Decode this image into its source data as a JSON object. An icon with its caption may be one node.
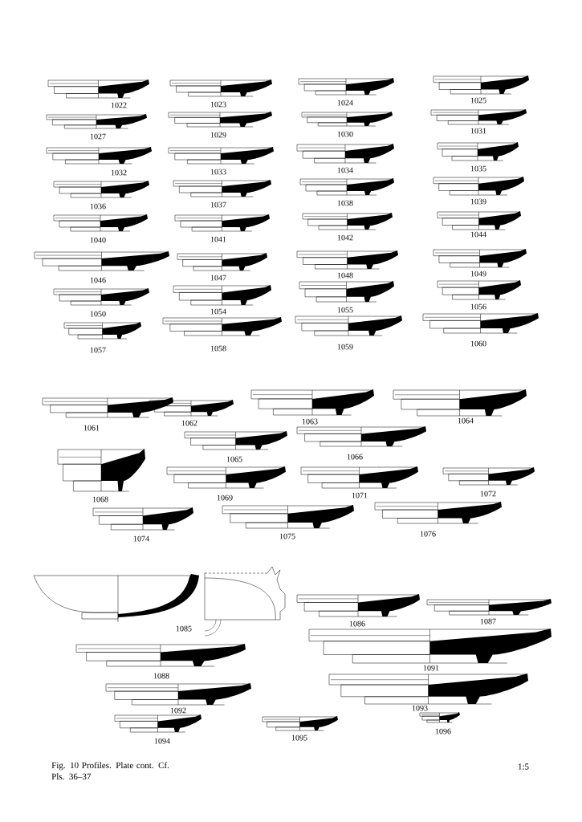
{
  "diagram": {
    "caption": "Fig. 10 Profiles. Plate cont. Cf. Pls. 36–37",
    "labels": [
      "1022",
      "1023",
      "1024",
      "1025",
      "1027",
      "1029",
      "1030",
      "1031",
      "1032",
      "1033",
      "1034",
      "1035",
      "1036",
      "1037",
      "1038",
      "1039",
      "1040",
      "1041",
      "1042",
      "1044",
      "1046",
      "1047",
      "1048",
      "1049",
      "1050",
      "1054",
      "1055",
      "1056",
      "1057",
      "1058",
      "1059",
      "1060",
      "1061",
      "1062",
      "1063",
      "1064",
      "1065",
      "1066",
      "1068",
      "1069",
      "1071",
      "1072",
      "1074",
      "1075",
      "1076",
      "1085",
      "1086",
      "1087",
      "1088",
      "1091",
      "1092",
      "1093",
      "1094",
      "1095",
      "1096",
      "1:5"
    ]
  }
}
